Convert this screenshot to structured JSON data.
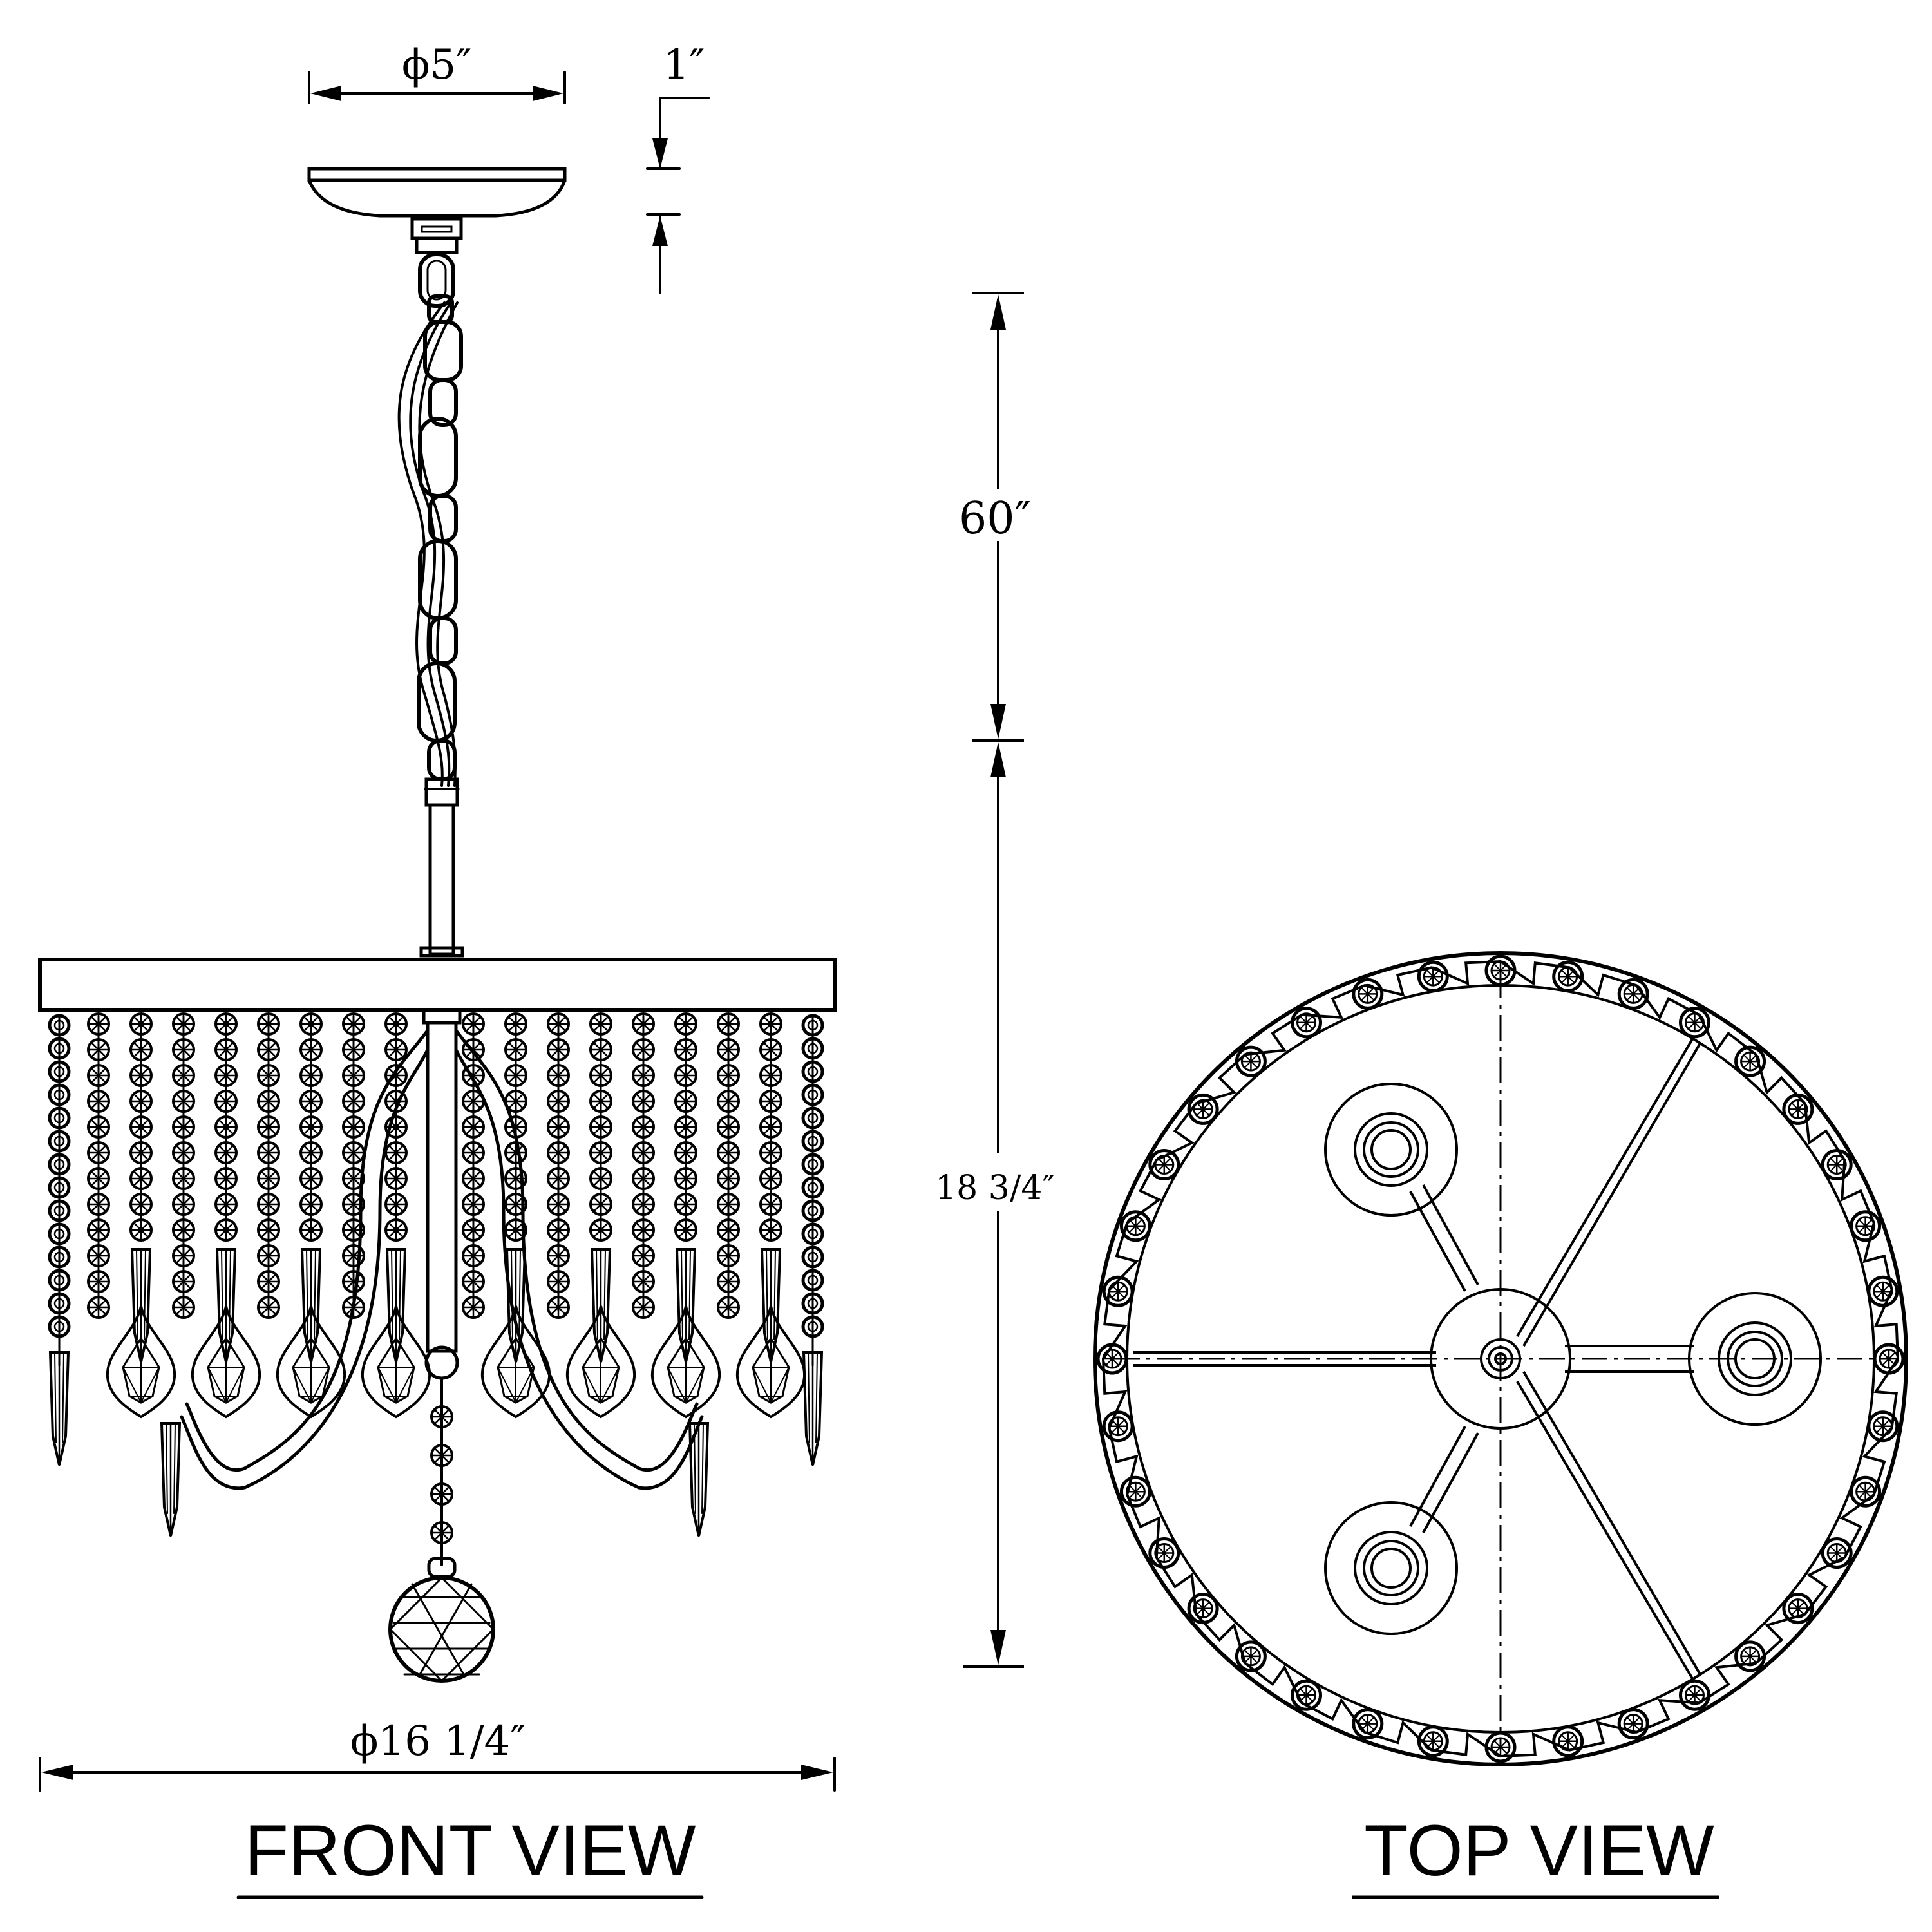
{
  "front_view": {
    "title": "FRONT VIEW",
    "canopy_diameter": "ϕ5″",
    "canopy_height": "1″",
    "chain_length": "60″",
    "fixture_height": "18 3/4″",
    "fixture_diameter": "ϕ16 1/4″"
  },
  "top_view": {
    "title": "TOP VIEW",
    "candle_cups": 3,
    "rim_beads": 36
  },
  "colors": {
    "line": "#000000",
    "background": "#ffffff"
  }
}
